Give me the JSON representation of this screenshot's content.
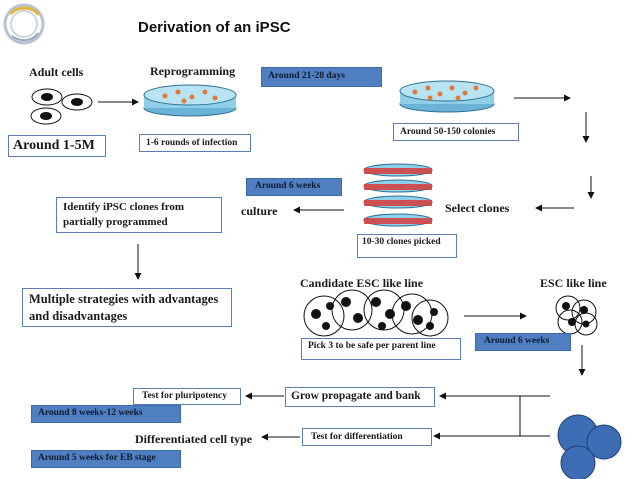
{
  "title": "Derivation of an iPSC",
  "labels": {
    "adult_cells": "Adult cells",
    "reprogramming": "Reprogramming",
    "culture": "culture",
    "select_clones": "Select clones",
    "candidate_esc": "Candidate ESC  like line",
    "esc_like_line": "ESC  like line",
    "differentiated_cell_type": "Differentiated cell type"
  },
  "boxes": {
    "around_1_5m": "Around 1-5M",
    "rounds_infection": "1-6 rounds of infection",
    "around_50_150": "Around 50-150 colonies",
    "clones_picked": "10-30 clones picked",
    "identify_ipsc": "Identify iPSC clones from partially programmed",
    "multiple_strategies": "Multiple strategies with advantages and disadvantages",
    "pick_3": "Pick 3 to be safe per parent line",
    "grow_propagate": "Grow propagate and bank",
    "test_pluripotency": "Test for pluripotency",
    "test_differentiation": "Test for differentiation"
  },
  "time_boxes": {
    "around_21_28_days": "Around 21-28 days",
    "around_6_weeks_a": "Around 6 weeks",
    "around_6_weeks_b": "Around 6 weeks",
    "around_8_12_weeks": "Around 8 weeks-12 weeks",
    "around_5_weeks_eb": "Around 5 weeks for EB stage"
  },
  "colors": {
    "time_box": "#4f7fc0",
    "outline_box": "#5a7fb4",
    "dish": "#8fd0e8",
    "dish_dots": "#e07a3a",
    "cell_sphere": "#3d6db5",
    "stack_red": "#d83a3a"
  },
  "logo_icon": "rotating-rings-logo-icon"
}
